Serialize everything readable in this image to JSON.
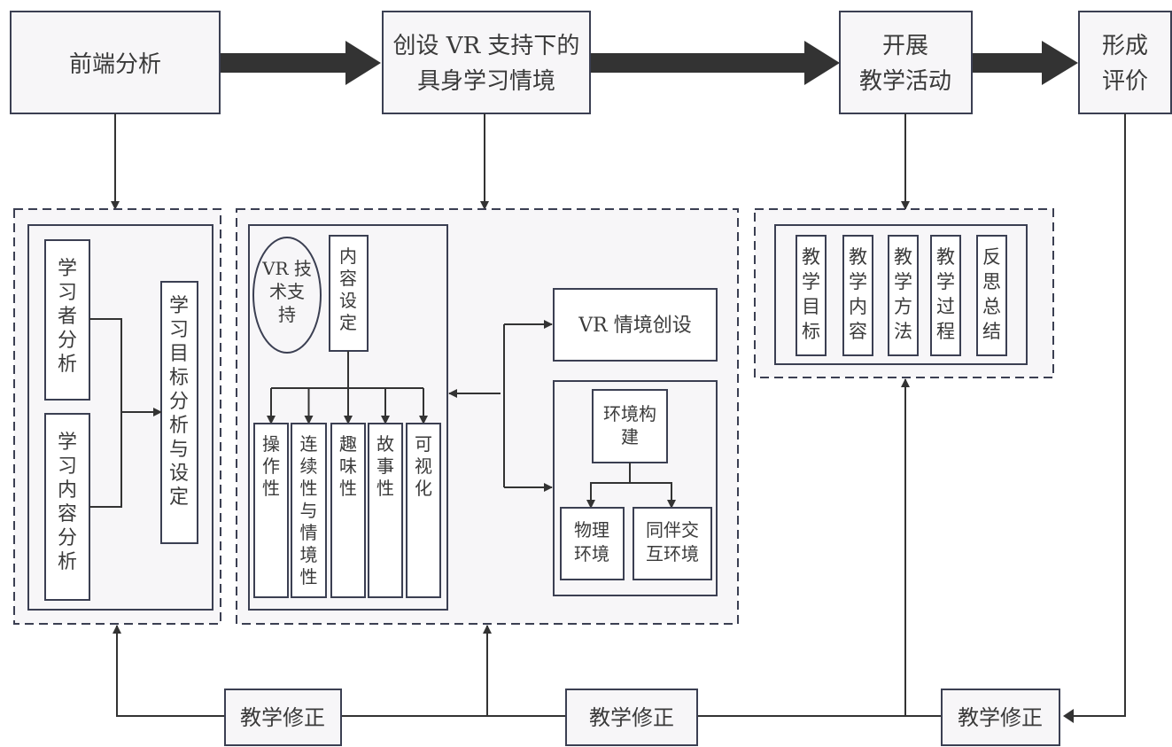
{
  "top_stages": [
    {
      "lines": [
        "前端分析"
      ]
    },
    {
      "lines": [
        "创设 VR 支持下的",
        "具身学习情境"
      ]
    },
    {
      "lines": [
        "开展",
        "教学活动"
      ]
    },
    {
      "lines": [
        "形成",
        "评价"
      ]
    }
  ],
  "analysis": {
    "learner": "学习者分析",
    "content": "学习内容分析",
    "goal": "学习目标分析与设定"
  },
  "situation": {
    "vr_support": [
      "VR 技",
      "术支",
      "持"
    ],
    "content_setting": "内容设定",
    "features": [
      "操作性",
      "连续性与情境性",
      "趣味性",
      "故事性",
      "可视化"
    ],
    "vr_creation": "VR 情境创设",
    "env_build": [
      "环境构",
      "建"
    ],
    "physical_env": [
      "物理",
      "环境"
    ],
    "peer_env": [
      "同伴交",
      "互环境"
    ]
  },
  "activities": [
    "教学目标",
    "教学内容",
    "教学方法",
    "教学过程",
    "反思总结"
  ],
  "corrections": [
    "教学修正",
    "教学修正",
    "教学修正"
  ]
}
